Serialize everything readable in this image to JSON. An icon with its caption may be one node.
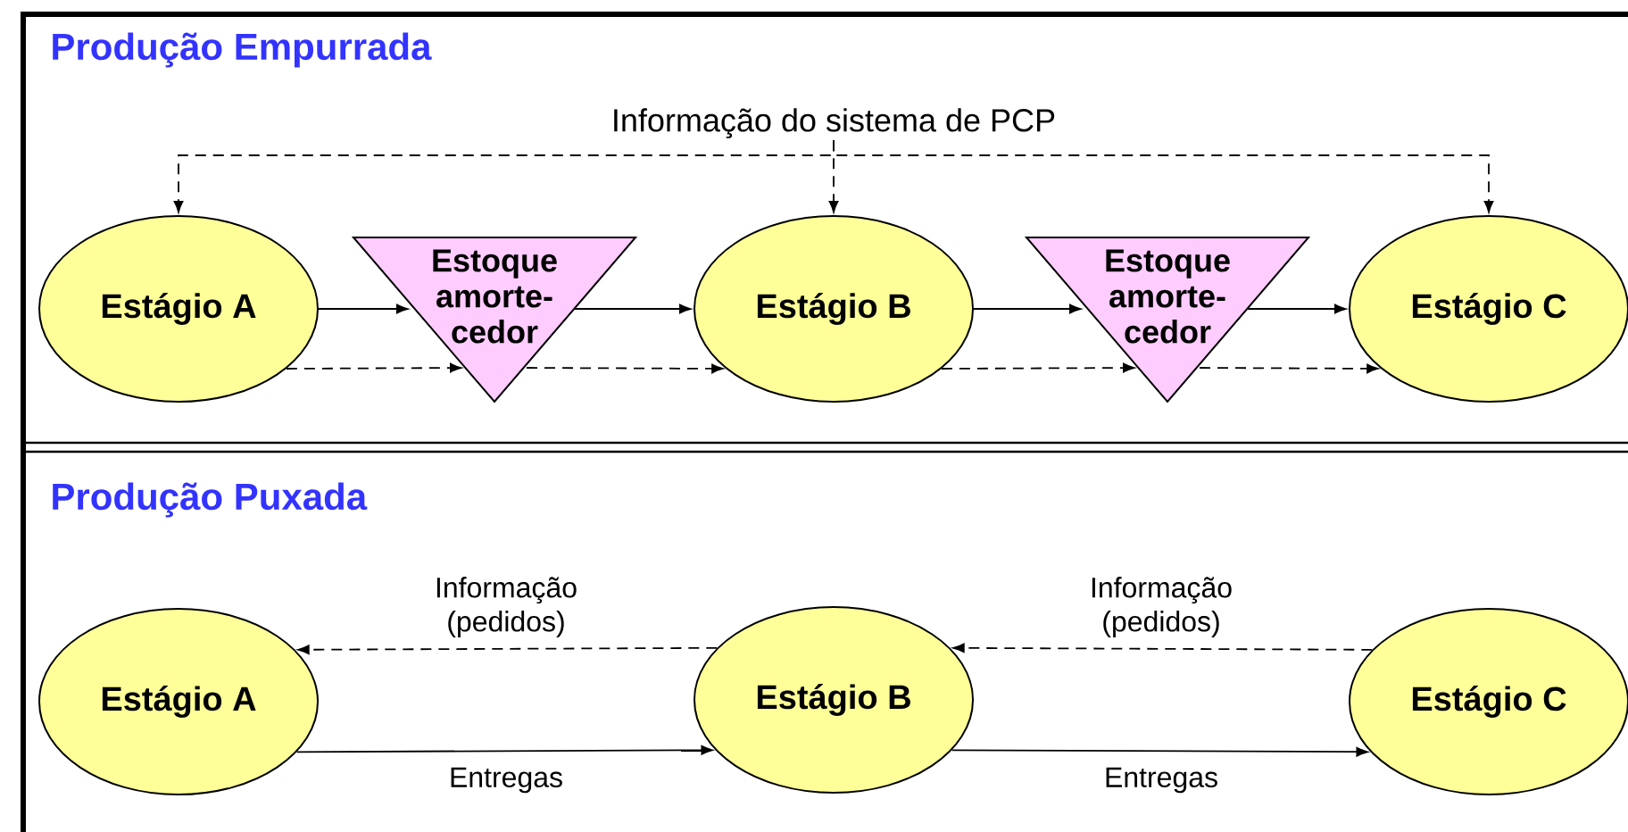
{
  "diagram": {
    "nodes": [
      {
        "text": [
          "Estágio A"
        ]
      },
      {
        "text": [
          "Estoque amorte-cedor"
        ]
      },
      {
        "text": [
          "Estágio B"
        ]
      },
      {
        "text": [
          "Estoque amorte-cedor"
        ]
      },
      {
        "text": [
          "Estágio C"
        ]
      },
      {
        "text": [
          "Informação do sistema de PCP"
        ]
      },
      {
        "text": [
          "Estágio A"
        ]
      },
      {
        "text": [
          "Estágio B"
        ]
      },
      {
        "text": [
          "Estágio C"
        ]
      }
    ],
    "edges": [
      {
        "from": 0,
        "to": 1,
        "arrow": "to"
      },
      {
        "from": 1,
        "to": 2,
        "arrow": "to"
      },
      {
        "from": 2,
        "to": 3,
        "arrow": "to"
      },
      {
        "from": 3,
        "to": 4,
        "arrow": "to"
      },
      {
        "from": 0,
        "to": 1,
        "arrow": "to",
        "style": "dashed"
      },
      {
        "from": 1,
        "to": 2,
        "arrow": "to",
        "style": "dashed"
      },
      {
        "from": 2,
        "to": 3,
        "arrow": "to",
        "style": "dashed"
      },
      {
        "from": 3,
        "to": 4,
        "arrow": "to",
        "style": "dashed"
      },
      {
        "from": 5,
        "to": 0,
        "arrow": "to",
        "style": "dashed"
      },
      {
        "from": 5,
        "to": 2,
        "arrow": "to",
        "style": "dashed"
      },
      {
        "from": 5,
        "to": 4,
        "arrow": "to",
        "style": "dashed"
      },
      {
        "from": 7,
        "to": 6,
        "arrow": "to",
        "style": "dashed",
        "label": "Informação (pedidos)"
      },
      {
        "from": 6,
        "to": 7,
        "arrow": "to",
        "label": "Entregas"
      },
      {
        "from": 8,
        "to": 7,
        "arrow": "to",
        "style": "dashed",
        "label": "Informação (pedidos)"
      },
      {
        "from": 7,
        "to": 8,
        "arrow": "to",
        "label": "Entregas"
      }
    ],
    "labels": [
      "Produção Empurrada",
      "Produção Puxada"
    ]
  }
}
